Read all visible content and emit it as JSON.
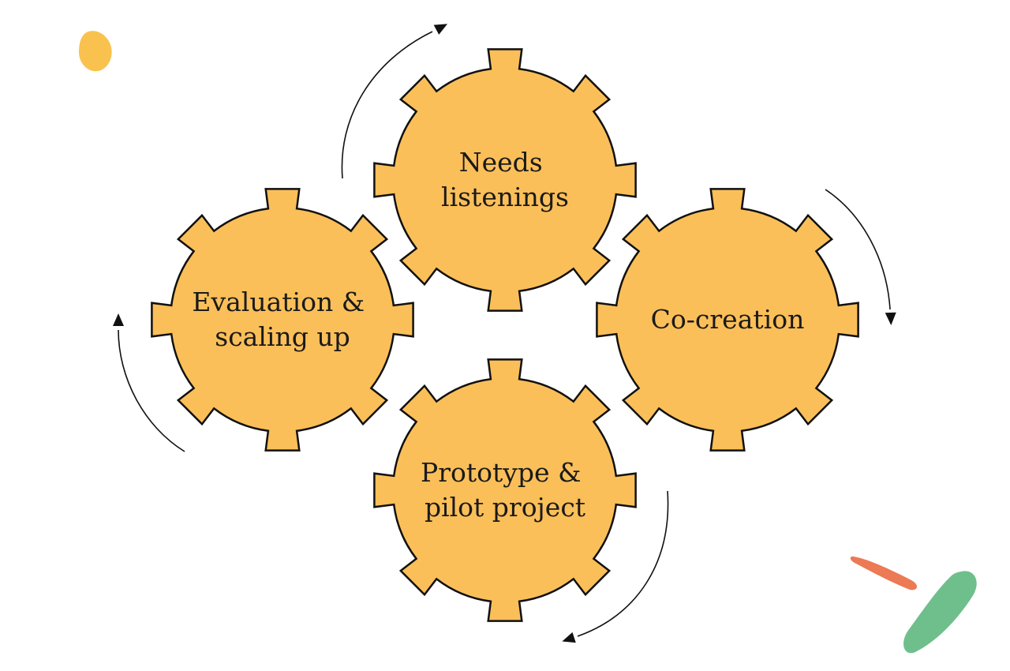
{
  "colors": {
    "gear_fill": "#fbbf59",
    "gear_stroke": "#111111",
    "arrow": "#111111",
    "background": "#ffffff",
    "blob_yellow": "#f9c24f",
    "blob_orange": "#ec7a55",
    "blob_green": "#6fbf8c"
  },
  "diagram": {
    "type": "cycle",
    "direction": "clockwise",
    "gears": [
      {
        "id": "needs",
        "lines": [
          "Needs",
          "listenings"
        ]
      },
      {
        "id": "cocreation",
        "lines": [
          "Co-creation"
        ]
      },
      {
        "id": "prototype",
        "lines": [
          "Prototype &",
          "pilot project"
        ]
      },
      {
        "id": "evaluation",
        "lines": [
          "Evaluation &",
          "scaling up"
        ]
      }
    ],
    "arrows": [
      {
        "from": "evaluation",
        "to": "needs"
      },
      {
        "from": "needs",
        "to": "cocreation"
      },
      {
        "from": "cocreation",
        "to": "prototype"
      },
      {
        "from": "prototype",
        "to": "evaluation"
      }
    ]
  }
}
